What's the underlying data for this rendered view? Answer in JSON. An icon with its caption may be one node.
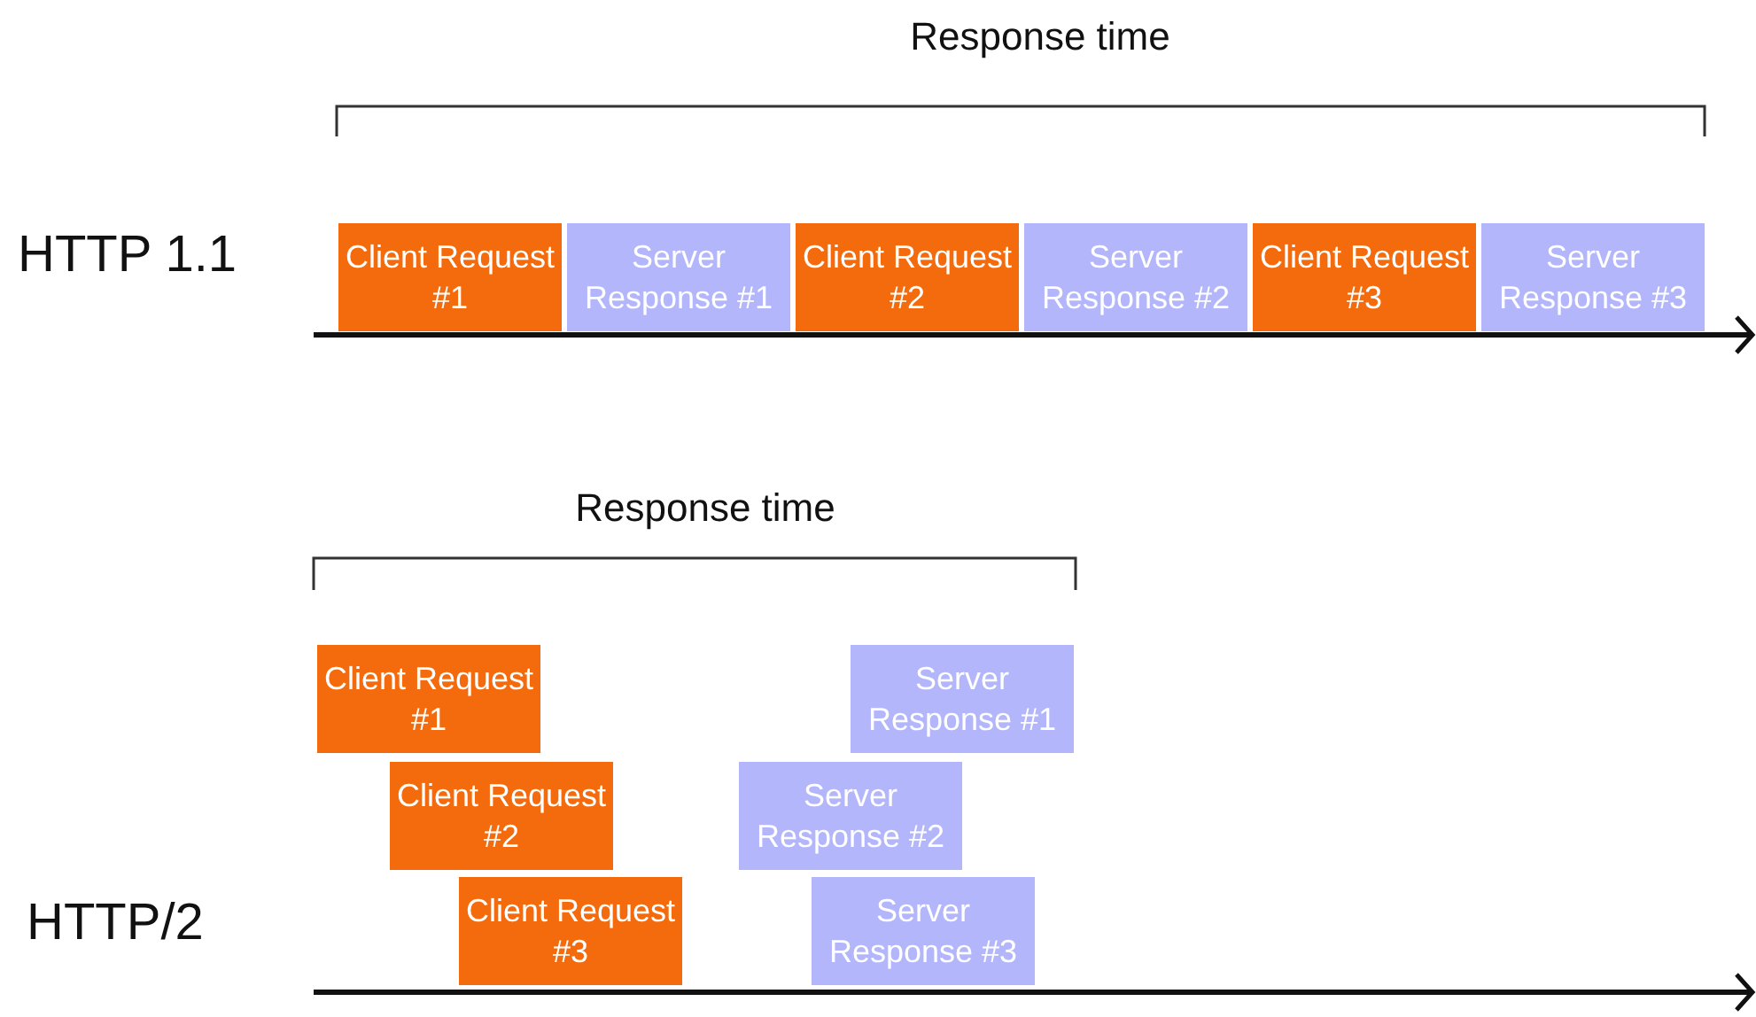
{
  "diagram": {
    "nodes": [
      {
        "text": [
          "Client Request #1"
        ]
      },
      {
        "text": [
          "Server Response #1"
        ]
      },
      {
        "text": [
          "Client Request #2"
        ]
      },
      {
        "text": [
          "Server Response #2"
        ]
      },
      {
        "text": [
          "Client Request #3"
        ]
      },
      {
        "text": [
          "Server Response #3"
        ]
      },
      {
        "text": [
          "Client Request #1"
        ]
      },
      {
        "text": [
          "Server Response #1"
        ]
      },
      {
        "text": [
          "Client Request #2"
        ]
      },
      {
        "text": [
          "Server Response #2"
        ]
      },
      {
        "text": [
          "Client Request #3"
        ]
      },
      {
        "text": [
          "Server Response #3"
        ]
      }
    ],
    "labels": [
      "Response time",
      "HTTP 1.1",
      "Response time",
      "HTTP/2"
    ]
  }
}
